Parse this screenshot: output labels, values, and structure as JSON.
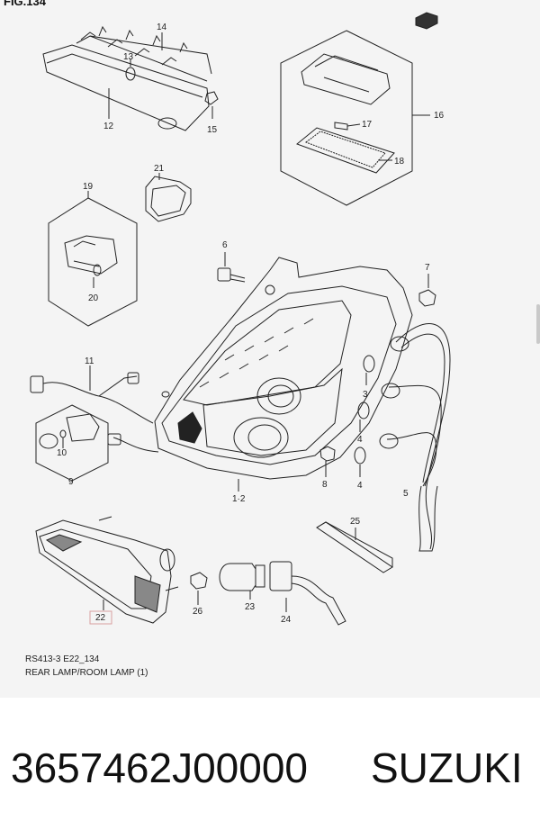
{
  "header": {
    "fig_label": "FIG.134"
  },
  "callouts": {
    "c1_2": "1·2",
    "c3": "3",
    "c4a": "4",
    "c4b": "4",
    "c5": "5",
    "c6": "6",
    "c7": "7",
    "c8": "8",
    "c9": "9",
    "c10": "10",
    "c11": "11",
    "c12": "12",
    "c13": "13",
    "c14": "14",
    "c15": "15",
    "c16": "16",
    "c17": "17",
    "c18": "18",
    "c19": "19",
    "c20": "20",
    "c21": "21",
    "c22": "22",
    "c23": "23",
    "c24": "24",
    "c25": "25",
    "c26": "26"
  },
  "caption": {
    "code": "RS413-3 E22_134",
    "title": "REAR LAMP/ROOM LAMP (1)"
  },
  "product": {
    "part_number": "3657462J00000",
    "brand": "SUZUKI"
  },
  "colors": {
    "highlight": "#d9a0a0",
    "line": "#222222"
  }
}
